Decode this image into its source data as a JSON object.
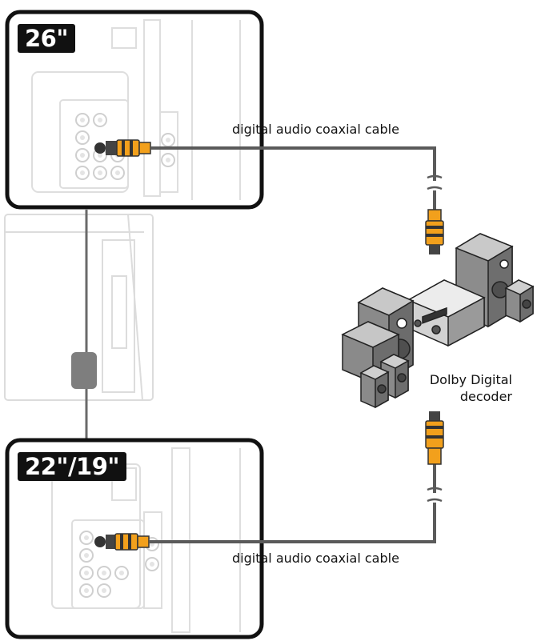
{
  "diagram": {
    "top_panel": {
      "size_label": "26\""
    },
    "bottom_panel": {
      "size_label": "22\"/19\""
    },
    "cable_top": {
      "label": "digital audio coaxial cable"
    },
    "cable_bottom": {
      "label": "digital audio coaxial cable"
    },
    "decoder": {
      "label_line1": "Dolby Digital",
      "label_line2": "decoder"
    },
    "colors": {
      "connector": "#f2a01c",
      "cable": "#5a5a5a",
      "frame": "#111111",
      "speaker": "#8a8a8a",
      "tv_line": "#d9d9d9"
    }
  }
}
